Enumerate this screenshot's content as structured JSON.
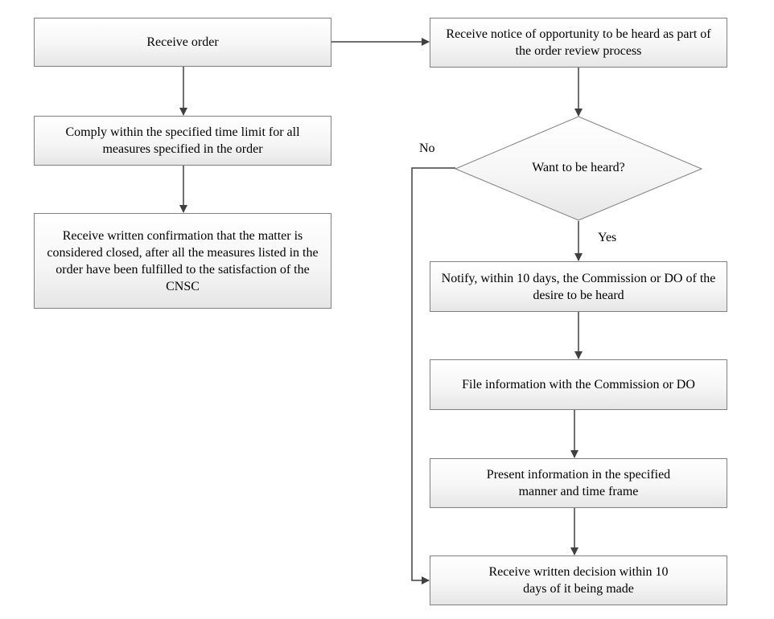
{
  "nodes": {
    "receive_order": "Receive order",
    "receive_notice": "Receive notice of opportunity to be heard as part of the order review process",
    "comply": "Comply within the specified time limit for all measures specified in the order",
    "receive_confirmation": "Receive written confirmation that the matter is considered closed, after all the measures listed in the order have been fulfilled to the satisfaction of the CNSC",
    "want_heard": "Want to be heard?",
    "notify": "Notify, within 10 days, the Commission or DO of the desire to be heard",
    "file_info": "File information with the Commission or DO",
    "present_info": "Present information in the specified manner and time frame",
    "receive_decision": "Receive written decision within 10 days of it being made"
  },
  "edge_labels": {
    "no": "No",
    "yes": "Yes"
  },
  "colors": {
    "border": "#808080",
    "arrow": "#404040",
    "text": "#000000"
  }
}
